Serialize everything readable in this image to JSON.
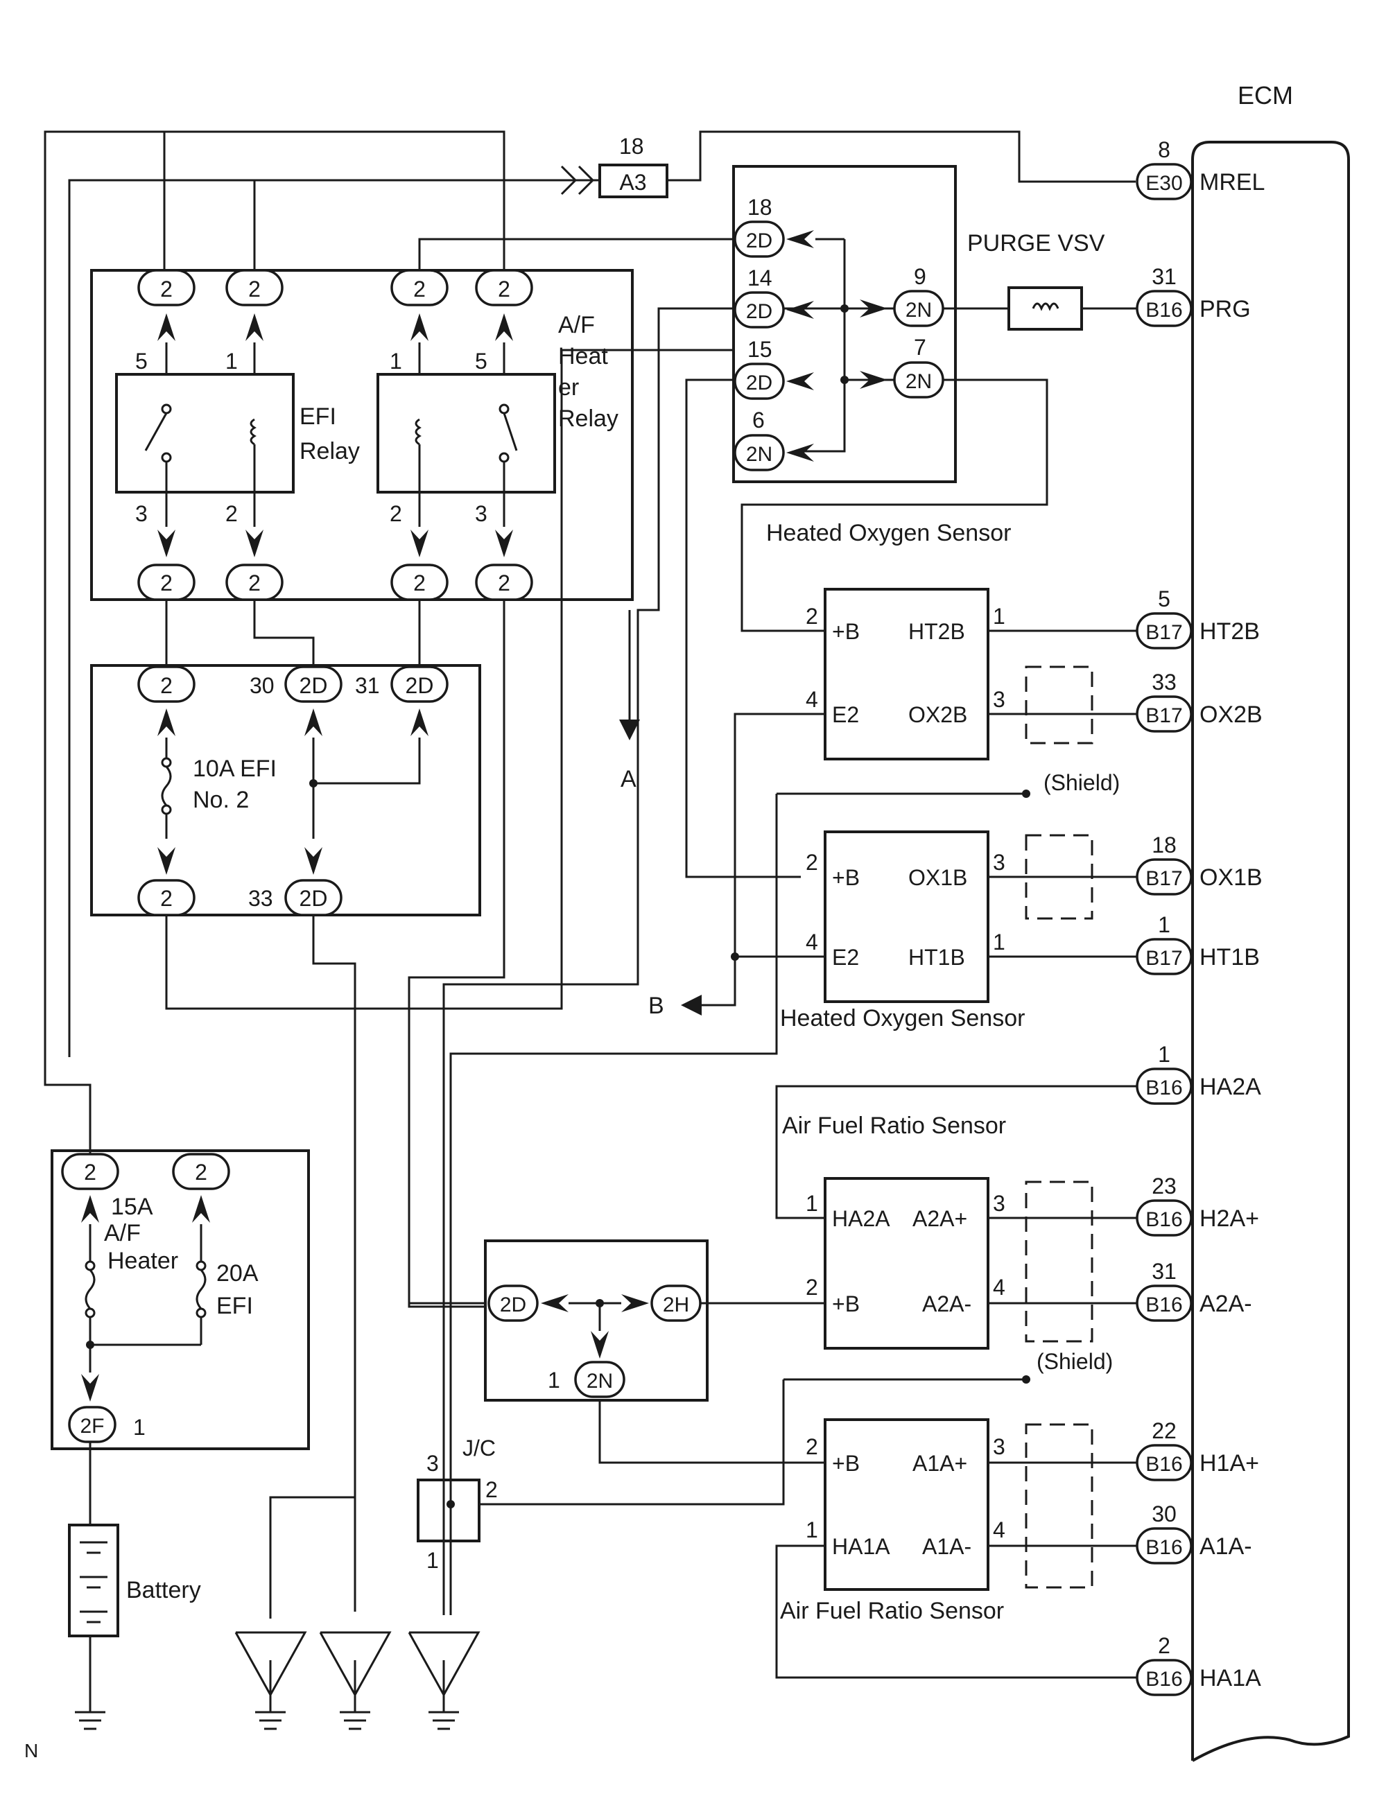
{
  "labels": {
    "ecm": "ECM",
    "mrel": "MREL",
    "purge_vsv": "PURGE VSV",
    "prg": "PRG",
    "a3": "A3",
    "a3_pin": "18",
    "efi_relay_line1": "EFI",
    "efi_relay_line2": "Relay",
    "af_relay_line1": "A/F",
    "af_relay_line2": "Heat",
    "af_relay_line3": "er",
    "af_relay_line4": "Relay",
    "efi2_fuse_line1": "10A EFI",
    "efi2_fuse_line2": "No. 2",
    "af_fuse_line1": "15A",
    "af_fuse_line2": "A/F",
    "af_fuse_line3": "Heater",
    "efi_fuse_line1": "20A",
    "efi_fuse_line2": "EFI",
    "battery": "Battery",
    "jc": "J/C",
    "heated_o2_top": "Heated Oxygen Sensor",
    "heated_o2_bottom": "Heated Oxygen Sensor",
    "af_sensor_top": "Air Fuel Ratio Sensor",
    "af_sensor_bottom": "Air Fuel Ratio Sensor",
    "shield": "(Shield)",
    "ref_a": "A",
    "ref_b": "B",
    "corner": "N"
  },
  "ecm_terminals": [
    {
      "pin": "8",
      "conn": "E30",
      "name": "MREL"
    },
    {
      "pin": "31",
      "conn": "B16",
      "name": "PRG"
    },
    {
      "pin": "5",
      "conn": "B17",
      "name": "HT2B"
    },
    {
      "pin": "33",
      "conn": "B17",
      "name": "OX2B"
    },
    {
      "pin": "18",
      "conn": "B17",
      "name": "OX1B"
    },
    {
      "pin": "1",
      "conn": "B17",
      "name": "HT1B"
    },
    {
      "pin": "1",
      "conn": "B16",
      "name": "HA2A"
    },
    {
      "pin": "23",
      "conn": "B16",
      "name": "H2A+"
    },
    {
      "pin": "31",
      "conn": "B16",
      "name": "A2A-"
    },
    {
      "pin": "22",
      "conn": "B16",
      "name": "H1A+"
    },
    {
      "pin": "30",
      "conn": "B16",
      "name": "A1A-"
    },
    {
      "pin": "2",
      "conn": "B16",
      "name": "HA1A"
    }
  ],
  "sensors": {
    "ho2_s2": {
      "pin_b": "2",
      "b": "+B",
      "pin_e": "4",
      "e": "E2",
      "sig1": "HT2B",
      "sig1_pin": "1",
      "sig2": "OX2B",
      "sig2_pin": "3"
    },
    "ho2_s1": {
      "pin_b": "2",
      "b": "+B",
      "pin_e": "4",
      "e": "E2",
      "sig1": "OX1B",
      "sig1_pin": "3",
      "sig2": "HT1B",
      "sig2_pin": "1"
    },
    "af_s2": {
      "pin_h": "1",
      "h": "HA2A",
      "pin_b": "2",
      "b": "+B",
      "p": "A2A+",
      "p_pin": "3",
      "n": "A2A-",
      "n_pin": "4"
    },
    "af_s1": {
      "pin_b": "2",
      "b": "+B",
      "pin_h": "1",
      "h": "HA1A",
      "p": "A1A+",
      "p_pin": "3",
      "n": "A1A-",
      "n_pin": "4"
    }
  },
  "connectors": {
    "c2": "2",
    "c2d": "2D",
    "c2n": "2N",
    "c2h": "2H",
    "c2f": "2F"
  },
  "pins": {
    "efi_relay_top_left": "5",
    "efi_relay_top_right": "1",
    "efi_relay_bot_left": "3",
    "efi_relay_bot_right": "2",
    "af_relay_top_left": "1",
    "af_relay_top_right": "5",
    "af_relay_bot_left": "2",
    "af_relay_bot_right": "3",
    "j2d_18": "18",
    "j2d_14": "14",
    "j2d_15": "15",
    "j2n_6": "6",
    "j2n_9": "9",
    "j2n_7": "7",
    "fuse_2d_30": "30",
    "fuse_2d_31": "31",
    "fuse_2d_33": "33",
    "f2f_1": "1",
    "j2n_1": "1",
    "jc_3": "3",
    "jc_2": "2",
    "jc_1": "1"
  }
}
